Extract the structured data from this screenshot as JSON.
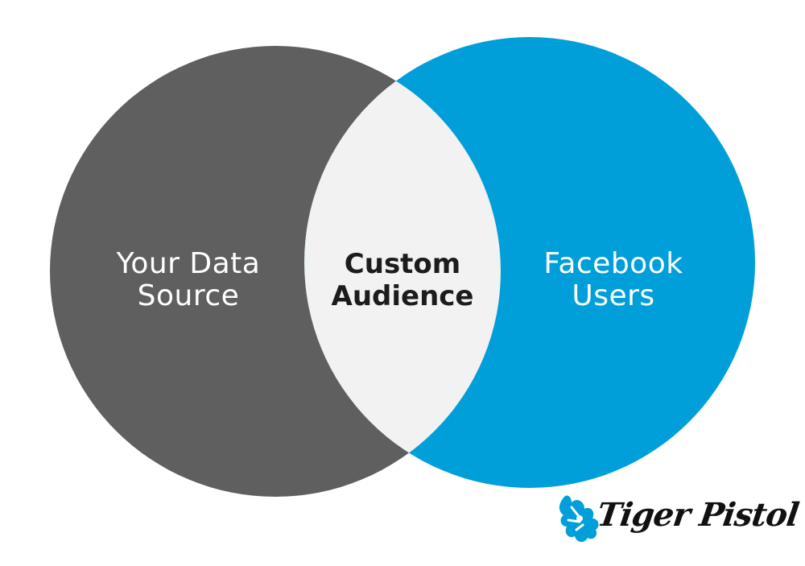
{
  "colors": {
    "left_circle": "#5f5f5f",
    "right_circle": "#009fda",
    "intersection": "#f2f2f2",
    "left_text": "#ffffff",
    "right_text": "#ffffff",
    "center_text": "#1c1c1c",
    "logo_mark": "#009fda",
    "logo_text": "#111111"
  },
  "venn": {
    "left": {
      "line1": "Your Data",
      "line2": "Source"
    },
    "center": {
      "line1": "Custom",
      "line2": "Audience"
    },
    "right": {
      "line1": "Facebook",
      "line2": "Users"
    }
  },
  "logo": {
    "icon": "tiger-icon",
    "text": "Tiger Pistol"
  }
}
